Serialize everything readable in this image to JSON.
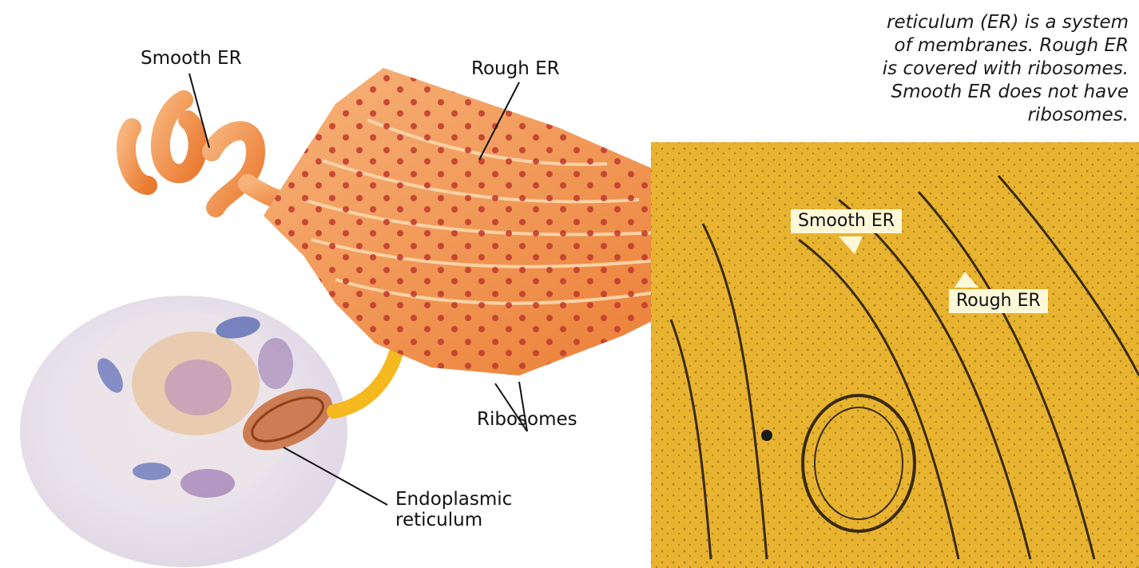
{
  "caption": {
    "lines": [
      "reticulum (ER) is a system",
      "of membranes. Rough ER",
      "is covered with ribosomes.",
      "Smooth ER does not have",
      "ribosomes."
    ]
  },
  "illustration_labels": {
    "smooth_er": "Smooth ER",
    "rough_er": "Rough ER",
    "ribosomes": "Ribosomes",
    "endoplasmic_line1": "Endoplasmic",
    "endoplasmic_line2": "reticulum"
  },
  "micrograph_labels": {
    "smooth_er": "Smooth ER",
    "rough_er": "Rough ER"
  },
  "colors": {
    "er_orange": "#f08a3c",
    "er_light": "#f7b37a",
    "ribosome_red": "#c0392b",
    "micrograph_bg": "#e8b430",
    "arrow_yellow": "#f5b81e",
    "tag_bg": "#fff8d8"
  }
}
